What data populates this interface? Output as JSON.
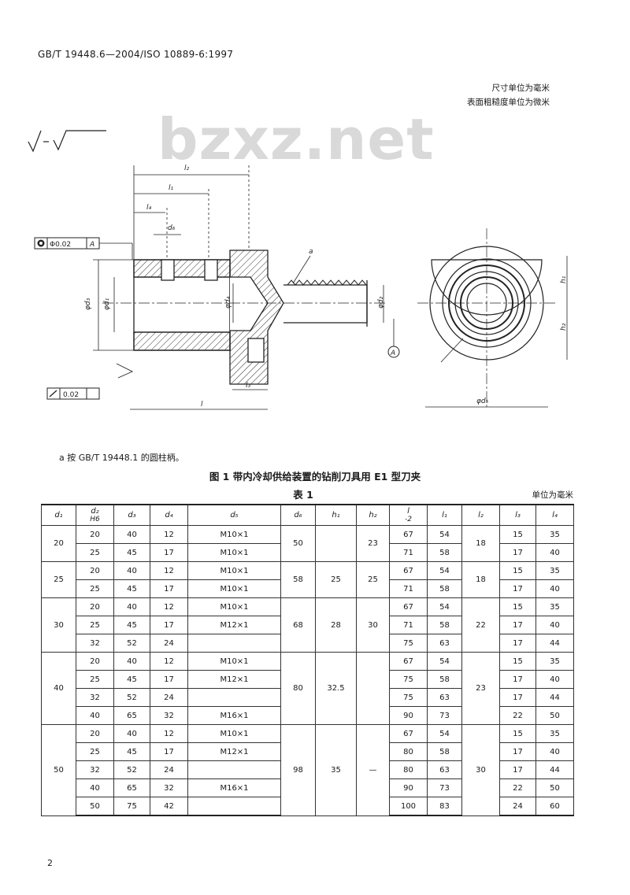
{
  "header": {
    "standard": "GB/T 19448.6—2004/ISO 10889-6:1997"
  },
  "units": {
    "dimension": "尺寸单位为毫米",
    "roughness": "表面粗糙度单位为微米"
  },
  "watermark": "bzxz.net",
  "figure": {
    "tol_position": "Φ0.02",
    "datum": "A",
    "runout_value": "0.02",
    "footnote_marker": "a",
    "datum_circle": "A",
    "dim_labels": {
      "l2": "l₂",
      "l1": "l₁",
      "l4": "l₄",
      "d6": "d₆",
      "d3": "φd₃",
      "d1": "φd₁",
      "d4": "φd₄",
      "d2": "φd₂",
      "l3": "l₃",
      "l": "l",
      "d5": "φd₅",
      "h1": "h₁",
      "h2": "h₂"
    }
  },
  "footnote": "a  按 GB/T 19448.1 的圆柱柄。",
  "figure_caption": "图 1   带内冷却供给装置的钻削刀具用 E1 型刀夹",
  "table_caption": "表 1",
  "table_unit": "单位为毫米",
  "table": {
    "headers": [
      "d₁",
      "d₂",
      "d₃",
      "d₄",
      "d₅",
      "d₆",
      "h₁",
      "h₂",
      "l",
      "l₁",
      "l₂",
      "l₃",
      "l₄"
    ],
    "sub_headers": {
      "d2": "H6",
      "l": "-2"
    },
    "groups": [
      {
        "d1": "20",
        "d6": "50",
        "h1": "",
        "h2": "23",
        "l2": "18",
        "rows": [
          {
            "d2": "20",
            "d3": "40",
            "d4": "12",
            "d5": "M10×1",
            "l": "67",
            "l1": "54",
            "l3": "15",
            "l4": "35"
          },
          {
            "d2": "25",
            "d3": "45",
            "d4": "17",
            "d5": "M10×1",
            "l": "71",
            "l1": "58",
            "l3": "17",
            "l4": "40"
          }
        ]
      },
      {
        "d1": "25",
        "d6": "58",
        "h1": "25",
        "h2": "25",
        "l2": "18",
        "rows": [
          {
            "d2": "20",
            "d3": "40",
            "d4": "12",
            "d5": "M10×1",
            "l": "67",
            "l1": "54",
            "l3": "15",
            "l4": "35"
          },
          {
            "d2": "25",
            "d3": "45",
            "d4": "17",
            "d5": "M10×1",
            "l": "71",
            "l1": "58",
            "l3": "17",
            "l4": "40"
          }
        ]
      },
      {
        "d1": "30",
        "d6": "68",
        "h1": "28",
        "h2": "30",
        "l2": "22",
        "rows": [
          {
            "d2": "20",
            "d3": "40",
            "d4": "12",
            "d5": "M10×1",
            "l": "67",
            "l1": "54",
            "l3": "15",
            "l4": "35"
          },
          {
            "d2": "25",
            "d3": "45",
            "d4": "17",
            "d5": "M12×1",
            "l": "71",
            "l1": "58",
            "l3": "17",
            "l4": "40"
          },
          {
            "d2": "32",
            "d3": "52",
            "d4": "24",
            "d5": "",
            "l": "75",
            "l1": "63",
            "l3": "17",
            "l4": "44"
          }
        ]
      },
      {
        "d1": "40",
        "d6": "80",
        "h1": "32.5",
        "h2": "",
        "l2": "23",
        "rows": [
          {
            "d2": "20",
            "d3": "40",
            "d4": "12",
            "d5": "M10×1",
            "l": "67",
            "l1": "54",
            "l3": "15",
            "l4": "35"
          },
          {
            "d2": "25",
            "d3": "45",
            "d4": "17",
            "d5": "M12×1",
            "l": "75",
            "l1": "58",
            "l3": "17",
            "l4": "40"
          },
          {
            "d2": "32",
            "d3": "52",
            "d4": "24",
            "d5": "",
            "l": "75",
            "l1": "63",
            "l3": "17",
            "l4": "44"
          },
          {
            "d2": "40",
            "d3": "65",
            "d4": "32",
            "d5": "M16×1",
            "l": "90",
            "l1": "73",
            "l3": "22",
            "l4": "50"
          }
        ]
      },
      {
        "d1": "50",
        "d6": "98",
        "h1": "35",
        "h2": "—",
        "l2": "30",
        "rows": [
          {
            "d2": "20",
            "d3": "40",
            "d4": "12",
            "d5": "M10×1",
            "l": "67",
            "l1": "54",
            "l3": "15",
            "l4": "35"
          },
          {
            "d2": "25",
            "d3": "45",
            "d4": "17",
            "d5": "M12×1",
            "l": "80",
            "l1": "58",
            "l3": "17",
            "l4": "40"
          },
          {
            "d2": "32",
            "d3": "52",
            "d4": "24",
            "d5": "",
            "l": "80",
            "l1": "63",
            "l3": "17",
            "l4": "44"
          },
          {
            "d2": "40",
            "d3": "65",
            "d4": "32",
            "d5": "M16×1",
            "l": "90",
            "l1": "73",
            "l3": "22",
            "l4": "50"
          },
          {
            "d2": "50",
            "d3": "75",
            "d4": "42",
            "d5": "",
            "l": "100",
            "l1": "83",
            "l3": "24",
            "l4": "60"
          }
        ]
      }
    ]
  },
  "page_number": "2"
}
